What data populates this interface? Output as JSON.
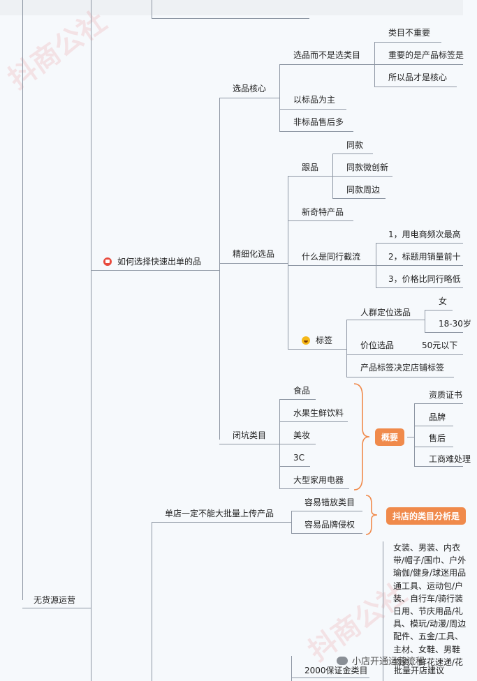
{
  "root": {
    "label": "无货源运营"
  },
  "branch_main": {
    "label": "如何选择快速出单的品",
    "icon": "red-flag-icon",
    "children": {
      "xuanpin_hexin": {
        "label": "选品核心",
        "items": {
          "xuanpin_not_category": {
            "label": "选品而不是选类目",
            "subs": [
              "类目不重要",
              "重要的是产品标签是",
              "所以品才是核心"
            ]
          },
          "biaopin": "以标品为主",
          "feibiaopin": "非标品售后多"
        }
      },
      "jingxihua": {
        "label": "精细化选品",
        "genpin": {
          "label": "跟品",
          "subs": [
            "同款",
            "同款微创新",
            "同款周边"
          ]
        },
        "xinqi": "新奇特产品",
        "jiedou": {
          "label": "什么是同行截流",
          "subs": [
            "1，用电商频次最高",
            "2，标题用销量前十",
            "3，价格比同行略低"
          ]
        },
        "biaoqian": {
          "label": "标签",
          "icon": "grinning-emoji-icon",
          "renqun": {
            "label": "人群定位选品",
            "subs": [
              "女",
              "18-30岁"
            ]
          },
          "jiawei": {
            "label": "价位选品",
            "value": "50元以下"
          },
          "chanpin_biaoqian": "产品标签决定店铺标签"
        }
      },
      "bikeng": {
        "label": "闭坑类目",
        "items": [
          "食品",
          "水果生鲜饮料",
          "美妆",
          "3C",
          "大型家用电器"
        ],
        "summary": "概要",
        "summary_items": [
          "资质证书",
          "品牌",
          "售后",
          "工商难处理"
        ]
      }
    }
  },
  "branch_dandian": {
    "label": "单店一定不能大批量上传产品",
    "items": [
      "容易错放类目",
      "容易品牌侵权"
    ],
    "summary": "抖店的类目分析是"
  },
  "baozhengjin": {
    "label": "2000保证金类目",
    "sub": "批量开店建议",
    "text_lines": [
      "女装、男装、内衣",
      "带/帽子/围巾、户外",
      "瑜伽/健身/球迷用品",
      "通工具、运动包/户",
      "装、自行车/骑行装",
      "日用、节庆用品/礼",
      "具、模玩/动漫/周边",
      "配件、五金/工具、",
      "主材、女鞋、男鞋",
      "物资、鲜花速递/花"
    ]
  },
  "footer": {
    "label": "小店开通运营流程",
    "icon": "wechat-icon"
  },
  "watermark": {
    "text": "抖商公社"
  },
  "colors": {
    "accent": "#f08a4b",
    "line": "#8d96a3",
    "background": "#f6f9fc"
  }
}
